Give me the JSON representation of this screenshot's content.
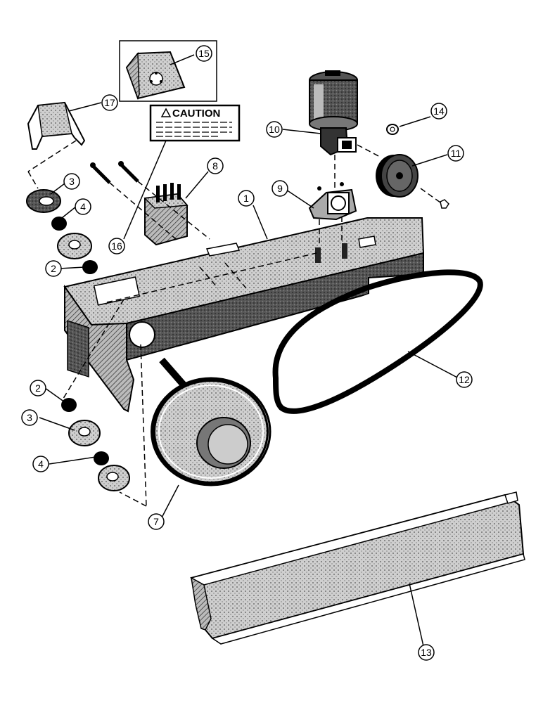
{
  "diagram": {
    "caution_label": "CAUTION",
    "callouts": [
      {
        "id": "1",
        "name": "frame"
      },
      {
        "id": "2",
        "name": "bushing-upper"
      },
      {
        "id": "3",
        "name": "flange-upper"
      },
      {
        "id": "4",
        "name": "bearing-upper"
      },
      {
        "id": "2",
        "name": "bushing-lower"
      },
      {
        "id": "3",
        "name": "flange-lower"
      },
      {
        "id": "4",
        "name": "bearing-lower"
      },
      {
        "id": "7",
        "name": "drive-pulley"
      },
      {
        "id": "8",
        "name": "switch-block"
      },
      {
        "id": "9",
        "name": "motor-bracket"
      },
      {
        "id": "10",
        "name": "motor"
      },
      {
        "id": "11",
        "name": "motor-pulley"
      },
      {
        "id": "12",
        "name": "belt"
      },
      {
        "id": "13",
        "name": "cover"
      },
      {
        "id": "14",
        "name": "washer"
      },
      {
        "id": "15",
        "name": "plug-cover"
      },
      {
        "id": "16",
        "name": "decal"
      },
      {
        "id": "17",
        "name": "bracket"
      }
    ]
  }
}
